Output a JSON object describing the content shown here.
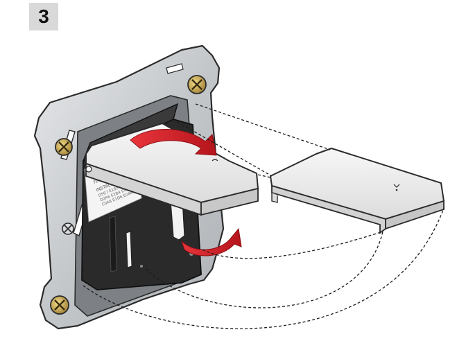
{
  "step": {
    "number": "3"
  },
  "label": {
    "mac_title": "MAC",
    "mac_value": "7E:F3:90:0B",
    "install_title": "INSTALL CODE",
    "install_line1": "D567 E1B5 C214",
    "install_line2": "D2A6 E2B4 E918",
    "install_line3": "C0A8 E1D6 E046"
  },
  "colors": {
    "frame": "#cfd1d3",
    "frame_stroke": "#2b2b2b",
    "module": "#2a2a2a",
    "cover": "#ececec",
    "arrow": "#d3232a",
    "screw": "#c9ab4a"
  },
  "icons": {
    "rotate_arrow": "curved-red-arrow",
    "screw": "phillips-screw"
  }
}
